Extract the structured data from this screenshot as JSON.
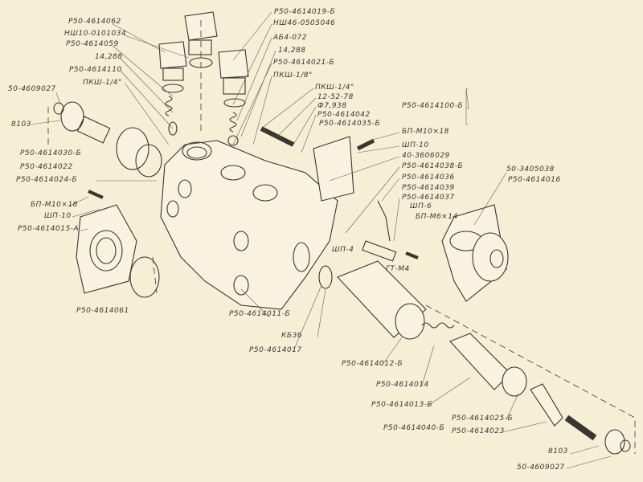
{
  "labels": {
    "l01": "Р50-4614062",
    "l02": "НШ10-0101034",
    "l03": "Р50-4614059",
    "l04": "14,288",
    "l05": "Р50-4614110",
    "l06": "ПКШ-1/4\"",
    "l07": "50-4609027",
    "l08": "8103",
    "l09": "Р50-4614030-Б",
    "l10": "Р50-4614022",
    "l11": "Р50-4614024-Б",
    "l12": "БП-М10×18",
    "l13": "ШП-10",
    "l14": "Р50-4614015-А",
    "l15": "Р50-4614061",
    "l16": "Р50-4614011-Б",
    "l17": "КБ36",
    "l18": "Р50-4614017",
    "l19": "Р50-4614012-Б",
    "l20": "Р50-4614014",
    "l21": "Р50-4614013-Б",
    "l22": "Р50-4614040-Б",
    "l23": "Р50-4614025-Б",
    "l24": "Р50-4614023",
    "l25": "8103",
    "l26": "50-4609027",
    "l27": "Р50-4614019-Б",
    "l28": "НШ46-0505046",
    "l29": "АБ4-072",
    "l30": "14,288",
    "l31": "Р50-4614021-Б",
    "l32": "ПКШ-1/8\"",
    "l33": "ПКШ-1/4\"",
    "l34": "12-52-78",
    "l35": "Ф7,938",
    "l36": "Р50-4614042",
    "l37": "Р50-4614035-Б",
    "l38": "Р50-4614100-Б",
    "l39": "БП-М10×18",
    "l40": "ШП-10",
    "l41": "40-3606029",
    "l42": "Р50-4614038-Б",
    "l43": "Р50-4614036",
    "l44": "Р50-4614039",
    "l45": "Р50-4614037",
    "l46": "ШП-6",
    "l47": "БП-М6×14",
    "l48": "50-3405038",
    "l49": "Р50-4614016",
    "l50": "ШП-4",
    "l51": "ГТ-М4"
  },
  "colors": {
    "background": "#f6efd6",
    "ink": "#3a3632",
    "leader": "#b0705a"
  }
}
